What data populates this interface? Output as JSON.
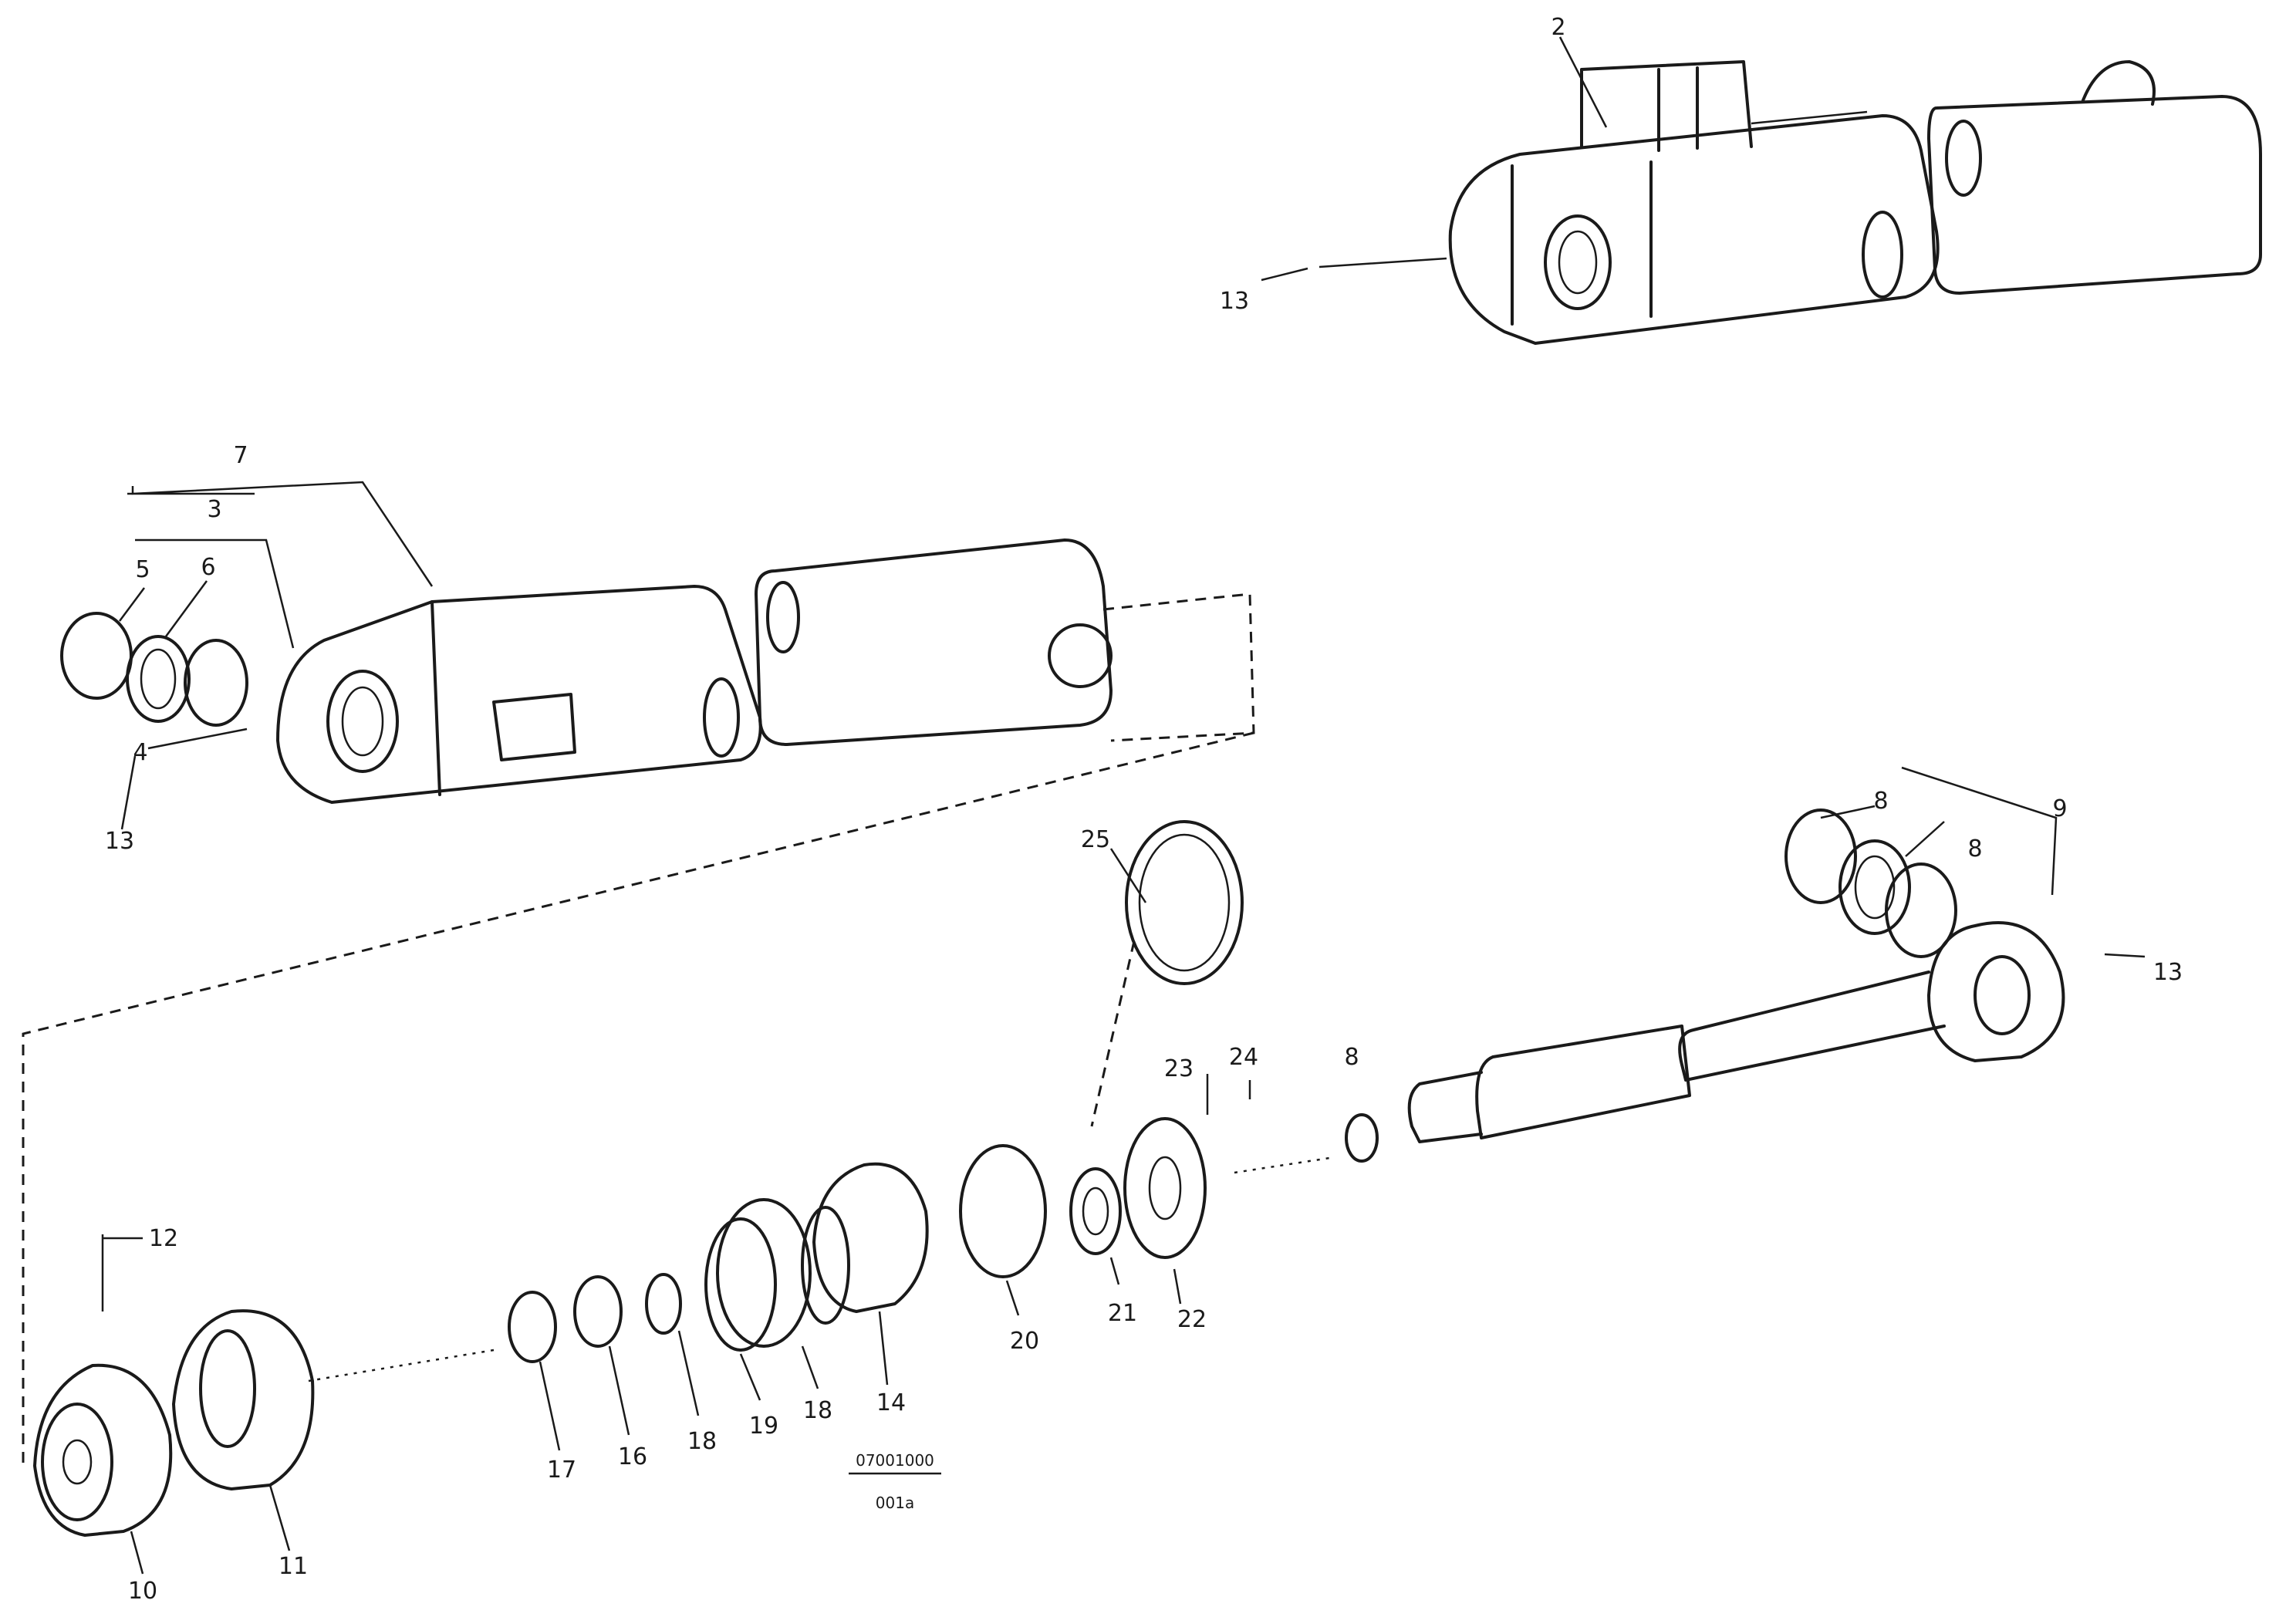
{
  "callouts": {
    "c2": "2",
    "c7": "7",
    "c3": "3",
    "c5": "5",
    "c6": "6",
    "c4": "4",
    "c13a": "13",
    "c13b": "13",
    "c13c": "13",
    "c9": "9",
    "c8a": "8",
    "c8b": "8",
    "c25": "25",
    "c23": "23",
    "c24": "24",
    "c22": "22",
    "c12": "12",
    "c10": "10",
    "c11": "11",
    "c17": "17",
    "c16": "16",
    "c18a": "18",
    "c18b": "18",
    "c19": "19",
    "c14": "14",
    "c20": "20",
    "c21": "21",
    "c8c": "8"
  },
  "ref": {
    "code": "07001000",
    "scale": "001a"
  }
}
